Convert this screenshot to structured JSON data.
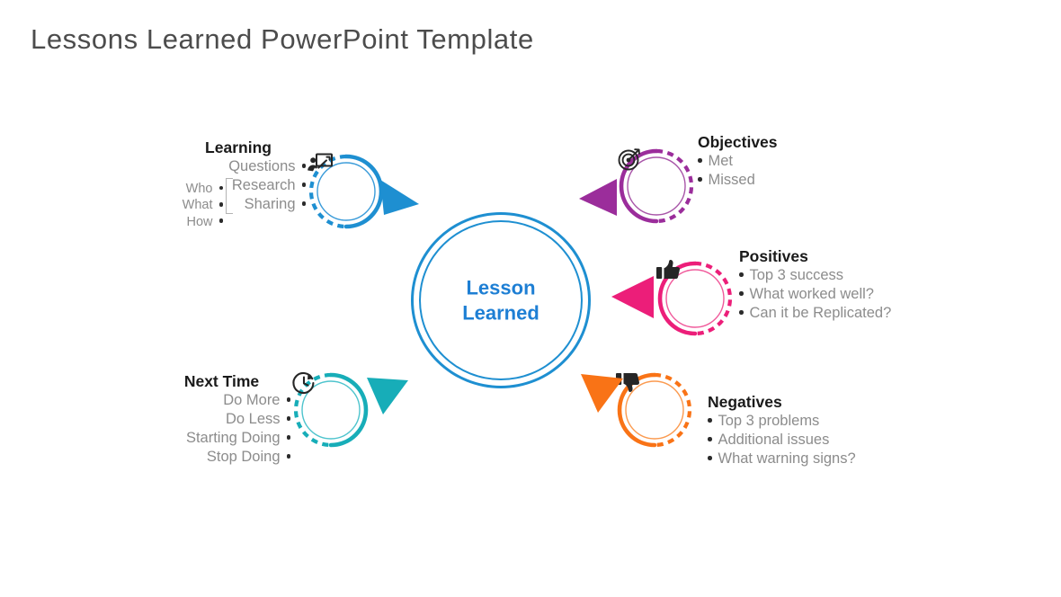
{
  "page": {
    "title": "Lessons Learned PowerPoint Template",
    "background_color": "#ffffff"
  },
  "center": {
    "label": "Lesson\nLearned",
    "color": "#1e7fd4"
  },
  "nodes": [
    {
      "id": "learning",
      "heading": "Learning",
      "color": "#1e8fd1",
      "icon": "presentation-teacher-icon",
      "items": [
        "Questions",
        "Research",
        "Sharing"
      ],
      "subgroup": [
        "Who",
        "What",
        "How"
      ]
    },
    {
      "id": "objectives",
      "heading": "Objectives",
      "color": "#9b2d9b",
      "icon": "target-dartboard-icon",
      "items": [
        "Met",
        "Missed"
      ]
    },
    {
      "id": "positives",
      "heading": "Positives",
      "color": "#ec1e79",
      "icon": "thumbs-up-icon",
      "items": [
        "Top 3 success",
        "What worked well?",
        "Can it be Replicated?"
      ]
    },
    {
      "id": "negatives",
      "heading": "Negatives",
      "color": "#f97316",
      "icon": "thumbs-down-icon",
      "items": [
        "Top 3 problems",
        "Additional issues",
        "What warning signs?"
      ]
    },
    {
      "id": "nexttime",
      "heading": "Next Time",
      "color": "#17adb8",
      "icon": "clock-refresh-icon",
      "items": [
        "Do More",
        "Do Less",
        "Starting Doing",
        "Stop Doing"
      ]
    }
  ]
}
